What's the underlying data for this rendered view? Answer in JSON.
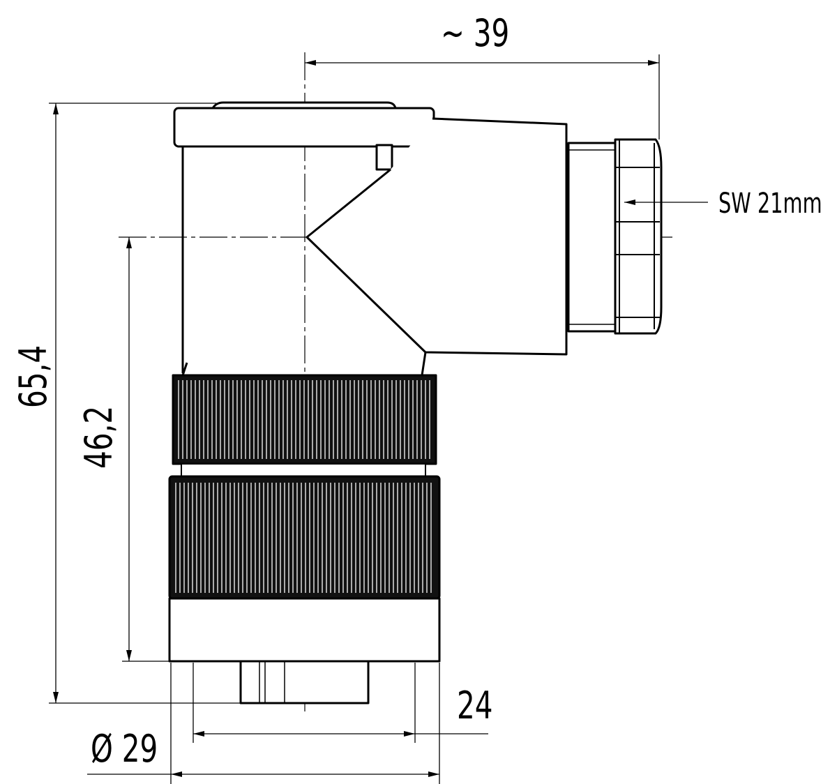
{
  "drawing": {
    "title": "Angled connector dimension drawing",
    "dimensions": {
      "width_approx": "~ 39",
      "wrench_size": "SW 21mm",
      "total_height": "65,4",
      "axis_height": "46,2",
      "inner_diameter": "24",
      "outer_diameter": "Ø 29"
    },
    "colors": {
      "line": "#000000",
      "background": "#ffffff"
    }
  }
}
